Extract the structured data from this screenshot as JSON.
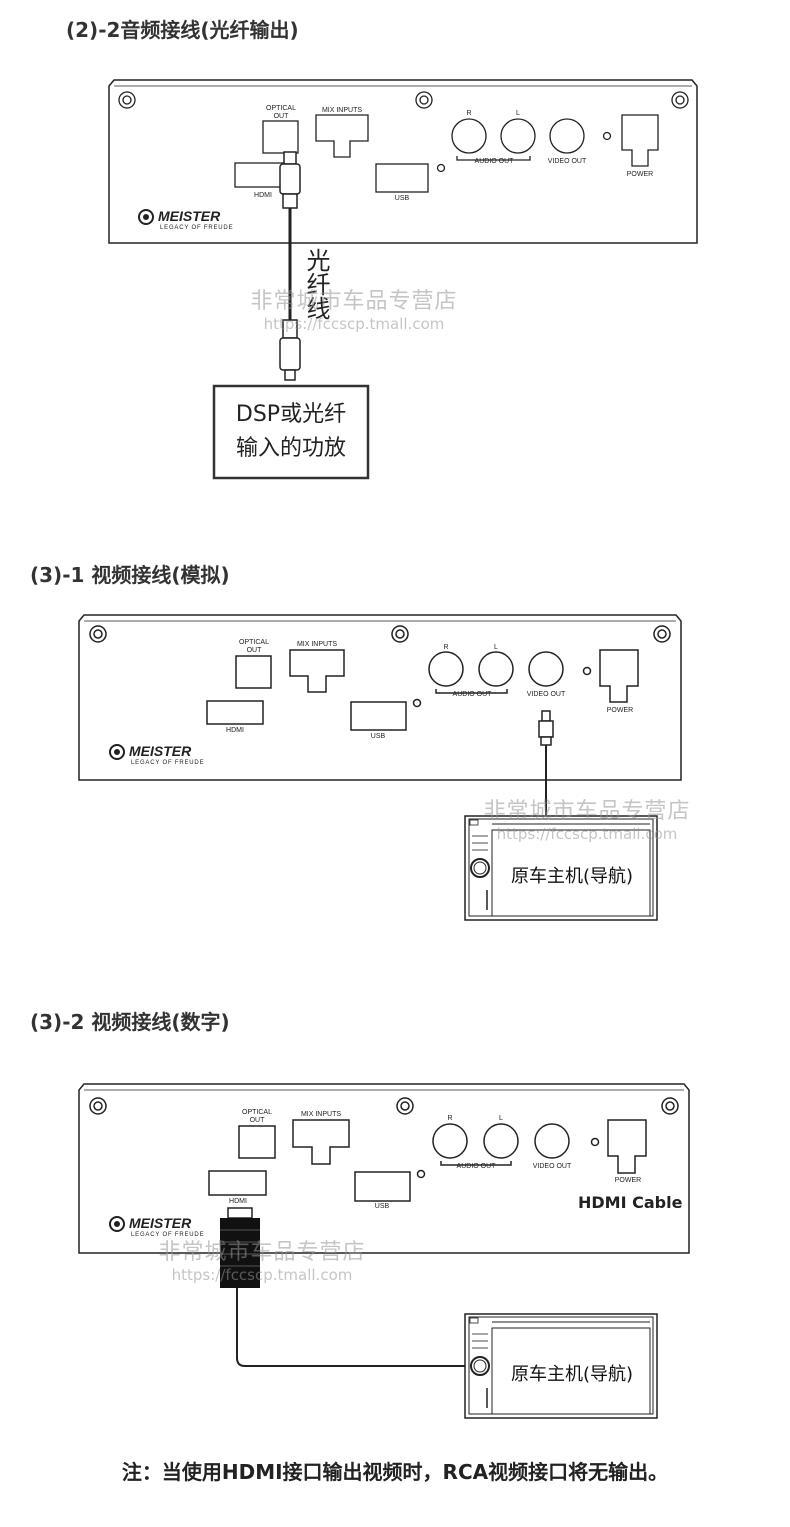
{
  "sections": {
    "optical": {
      "title": "(2)-2音频接线(光纤输出)"
    },
    "analog": {
      "title": "(3)-1 视频接线(模拟)"
    },
    "digital": {
      "title": "(3)-2 视频接线(数字)"
    }
  },
  "panel": {
    "optical_out": [
      "OPTICAL",
      "OUT"
    ],
    "mix_inputs": "MIX INPUTS",
    "hdmi": "HDMI",
    "usb": "USB",
    "r": "R",
    "l": "L",
    "audio_out": "AUDIO OUT",
    "video_out": "VIDEO OUT",
    "power": "POWER",
    "brand": "MEISTER",
    "tagline": "LEGACY OF FREUDE"
  },
  "optical_diagram": {
    "cable_label": "光纤线",
    "amp_box": [
      "DSP或光纤",
      "输入的功放"
    ]
  },
  "head_unit_label": "原车主机(导航)",
  "hdmi_cable_label": "HDMI Cable",
  "watermark": {
    "line1": "非常城市车品专营店",
    "line2": "https://fccscp.tmall.com"
  },
  "note": "注：当使用HDMI接口输出视频时，RCA视频接口将无输出。"
}
